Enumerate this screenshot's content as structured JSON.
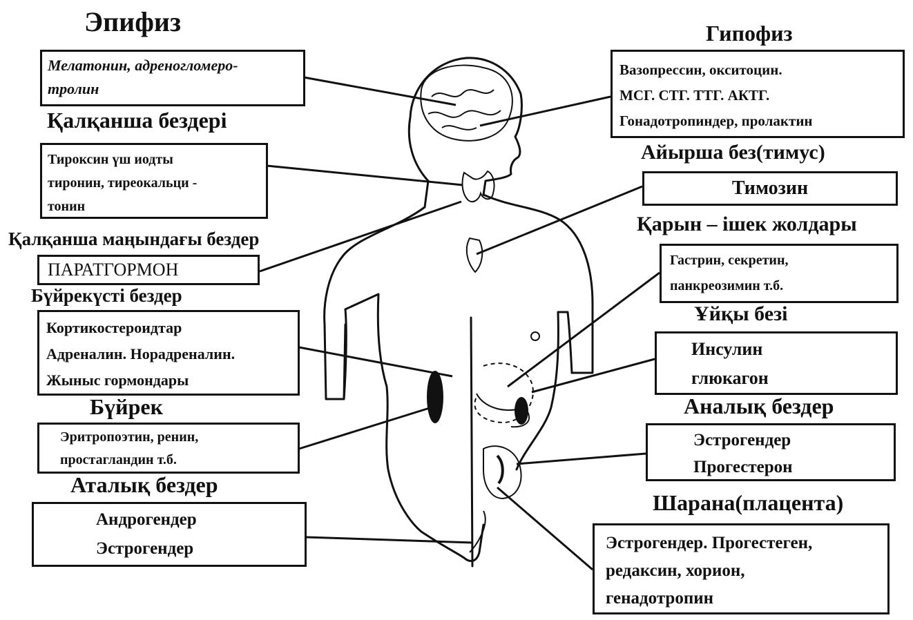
{
  "glands": [
    {
      "id": "epiphysis",
      "heading": "Эпифиз",
      "lines": [
        "Мелатонин, адреногломеро-",
        "тролин"
      ]
    },
    {
      "id": "hypophysis",
      "heading": "Гипофиз",
      "lines": [
        "Вазопрессин, окситоцин.",
        "МСГ. СТГ. ТТГ. АКТГ.",
        "Гонадотропиндер, пролактин"
      ]
    },
    {
      "id": "thyroid",
      "heading": "Қалқанша бездері",
      "lines": [
        "Тироксин үш иодты",
        "тиронин, тиреокальци -",
        "тонин"
      ]
    },
    {
      "id": "thymus",
      "heading": "Айырша без(тимус)",
      "lines": [
        "Тимозин"
      ]
    },
    {
      "id": "parathyroid",
      "heading": "Қалқанша маңындағы бездер",
      "lines": [
        "ПАРАТГОРМОН"
      ]
    },
    {
      "id": "git",
      "heading": "Қарын – ішек жолдары",
      "lines": [
        "Гастрин, секретин,",
        "панкреозимин т.б."
      ]
    },
    {
      "id": "adrenal",
      "heading": "Бүйрекүсті бездер",
      "lines": [
        "Кортикостероидтар",
        "Адреналин. Норадреналин.",
        "Жыныс гормондары"
      ]
    },
    {
      "id": "pancreas",
      "heading": "Ұйқы безі",
      "lines": [
        "Инсулин",
        "глюкагон"
      ]
    },
    {
      "id": "kidney",
      "heading": "Бүйрек",
      "lines": [
        "Эритропоэтин, ренин,",
        "простагландин т.б."
      ]
    },
    {
      "id": "ovaries",
      "heading": "Аналық бездер",
      "lines": [
        "Эстрогендер",
        "Прогестерон"
      ]
    },
    {
      "id": "testes",
      "heading": "Аталық бездер",
      "lines": [
        "Андрогендер",
        "Эстрогендер"
      ]
    },
    {
      "id": "placenta",
      "heading": "Шарана(плацента)",
      "lines": [
        "Эстрогендер. Прогестеген,",
        "редаксин, хорион,",
        "генадотропин"
      ]
    }
  ]
}
